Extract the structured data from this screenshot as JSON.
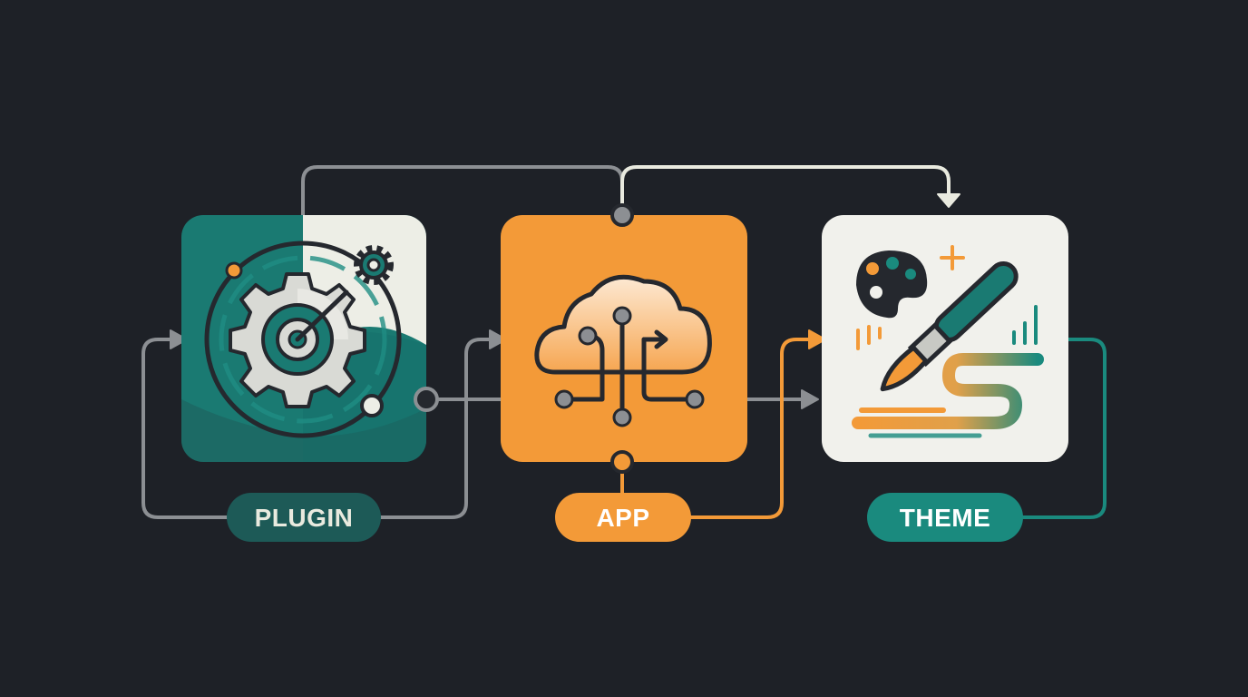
{
  "nodes": [
    {
      "id": "plugin",
      "label": "PLUGIN",
      "icon": "gear-icon",
      "color": "#1a7a72",
      "text_color": "#ffffff"
    },
    {
      "id": "app",
      "label": "APP",
      "icon": "cloud-icon",
      "color": "#f39a38",
      "text_color": "#ffffff"
    },
    {
      "id": "theme",
      "label": "THEME",
      "icon": "paintbrush-icon",
      "color": "#1a8a7e",
      "text_color": "#ffffff"
    }
  ],
  "colors": {
    "background": "#1e2127",
    "teal": "#1a7a72",
    "teal_dark": "#1d5a57",
    "orange": "#f39a38",
    "light": "#f1f1ec",
    "connector_gray": "#8c8f93",
    "dark": "#25282e"
  }
}
